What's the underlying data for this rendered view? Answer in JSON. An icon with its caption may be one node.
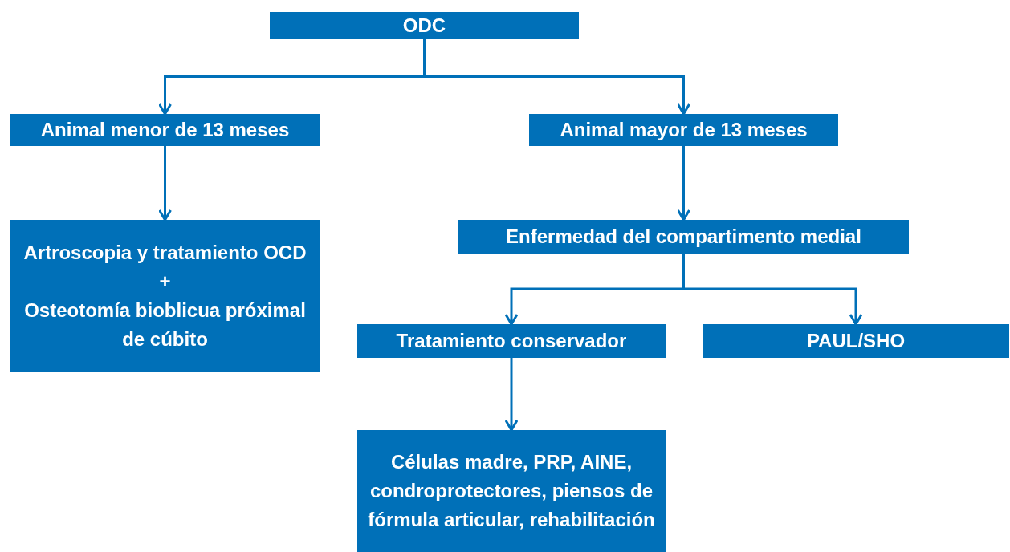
{
  "diagram": {
    "nodes": [
      {
        "text": [
          "ODC"
        ]
      },
      {
        "text": [
          "Animal menor de 13 meses"
        ]
      },
      {
        "text": [
          "Animal mayor de 13 meses"
        ]
      },
      {
        "text": [
          "Artroscopia y tratamiento OCD",
          "+",
          "Osteotomía bioblicua próximal de cúbito"
        ]
      },
      {
        "text": [
          "Enfermedad del compartimento medial"
        ]
      },
      {
        "text": [
          "Tratamiento conservador"
        ]
      },
      {
        "text": [
          "PAUL/SHO"
        ]
      },
      {
        "text": [
          "Células madre, PRP, AINE, condroprotectores, piensos de fórmula articular, rehabilitación"
        ]
      }
    ],
    "edges": [
      {
        "from": 0,
        "to": 1,
        "arrow": "to"
      },
      {
        "from": 0,
        "to": 2,
        "arrow": "to"
      },
      {
        "from": 1,
        "to": 3,
        "arrow": "to"
      },
      {
        "from": 2,
        "to": 4,
        "arrow": "to"
      },
      {
        "from": 4,
        "to": 5,
        "arrow": "to"
      },
      {
        "from": 4,
        "to": 6,
        "arrow": "to"
      },
      {
        "from": 5,
        "to": 7,
        "arrow": "to"
      }
    ]
  }
}
